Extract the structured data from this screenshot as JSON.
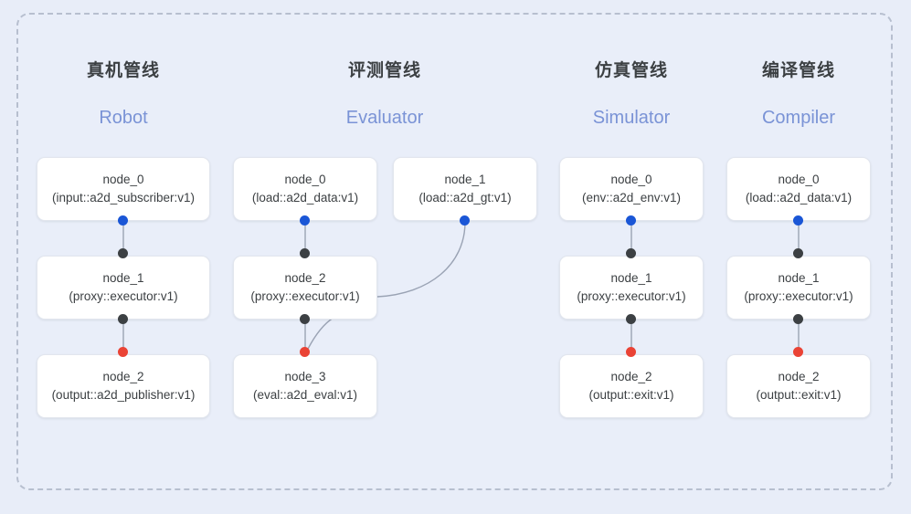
{
  "diagram": {
    "type": "pipeline-graph",
    "frame_style": "dashed-rounded-rectangle",
    "background_color": "#e8edf8",
    "panel_color": "#e9eef9",
    "colors": {
      "input_port": "#1a56d6",
      "middle_port": "#3c4043",
      "output_port": "#ea4335",
      "edge": "#9aa3b4",
      "title": "#3c4043",
      "subtitle": "#7a93d6",
      "node_bg": "#ffffff",
      "node_border": "#e2e6ee"
    },
    "columns": [
      {
        "id": "robot",
        "title": "真机管线",
        "subtitle": "Robot",
        "nodes": [
          {
            "id": "node_0",
            "type": "(input::a2d_subscriber:v1)"
          },
          {
            "id": "node_1",
            "type": "(proxy::executor:v1)"
          },
          {
            "id": "node_2",
            "type": "(output::a2d_publisher:v1)"
          }
        ]
      },
      {
        "id": "evaluator",
        "title": "评测管线",
        "subtitle": "Evaluator",
        "nodes": [
          {
            "id": "node_0",
            "type": "(load::a2d_data:v1)"
          },
          {
            "id": "node_1",
            "type": "(load::a2d_gt:v1)"
          },
          {
            "id": "node_2",
            "type": "(proxy::executor:v1)"
          },
          {
            "id": "node_3",
            "type": "(eval::a2d_eval:v1)"
          }
        ]
      },
      {
        "id": "simulator",
        "title": "仿真管线",
        "subtitle": "Simulator",
        "nodes": [
          {
            "id": "node_0",
            "type": "(env::a2d_env:v1)"
          },
          {
            "id": "node_1",
            "type": "(proxy::executor:v1)"
          },
          {
            "id": "node_2",
            "type": "(output::exit:v1)"
          }
        ]
      },
      {
        "id": "compiler",
        "title": "编译管线",
        "subtitle": "Compiler",
        "nodes": [
          {
            "id": "node_0",
            "type": "(load::a2d_data:v1)"
          },
          {
            "id": "node_1",
            "type": "(proxy::executor:v1)"
          },
          {
            "id": "node_2",
            "type": "(output::exit:v1)"
          }
        ]
      }
    ]
  }
}
